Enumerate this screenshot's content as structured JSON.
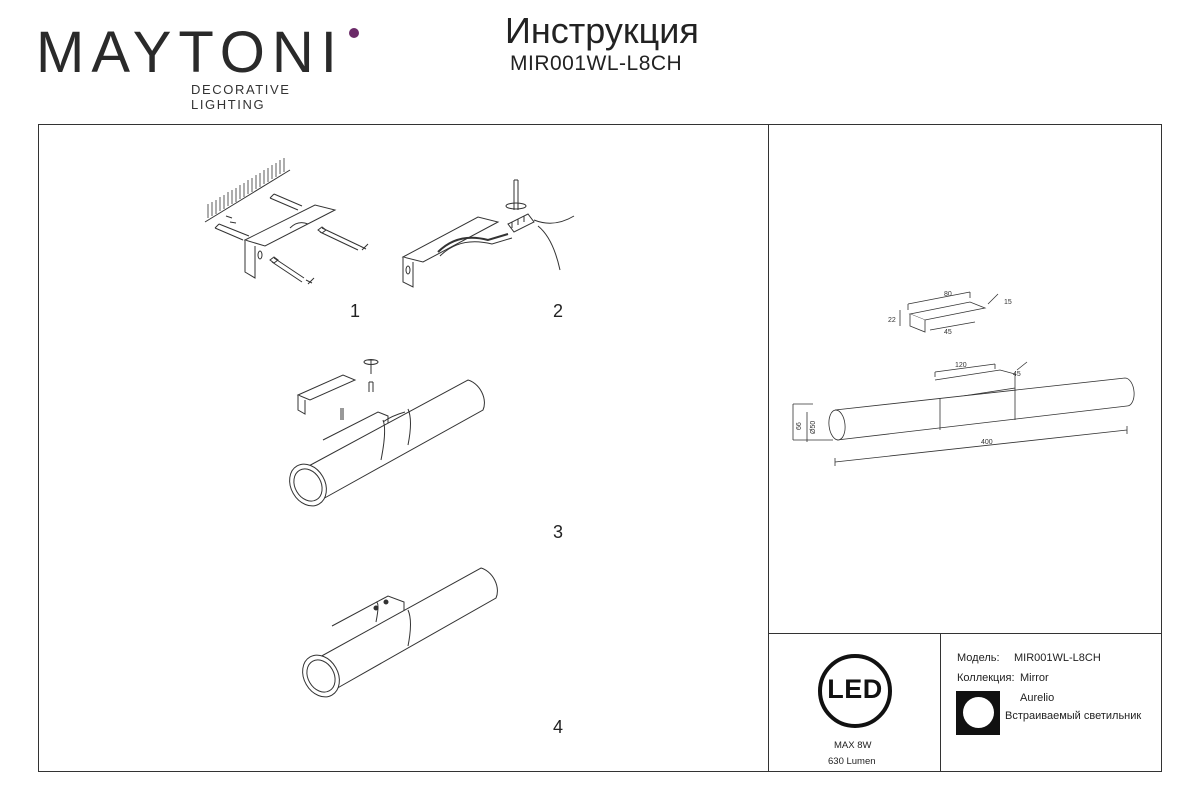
{
  "header": {
    "brand": "MAYTONI",
    "brand_sub": "DECORATIVE LIGHTING",
    "title": "Инструкция",
    "model_code": "MIR001WL-L8CH"
  },
  "steps": [
    "1",
    "2",
    "3",
    "4"
  ],
  "dimensions": {
    "bracket_length": "80",
    "bracket_depth": "15",
    "bracket_height": "22",
    "bracket_hole": "45",
    "mount_width": "120",
    "mount_depth": "45",
    "lamp_length": "400",
    "lamp_height": "66",
    "lamp_diameter": "Ø50"
  },
  "led_panel": {
    "label": "LED",
    "power": "MAX 8W",
    "lumen": "630 Lumen"
  },
  "specs": {
    "model_label": "Модель:",
    "model_value": "MIR001WL-L8CH",
    "collection_label": "Коллекция:",
    "collection_value": "Mirror",
    "series": "Aurelio",
    "type": "Встраиваемый светильник"
  }
}
